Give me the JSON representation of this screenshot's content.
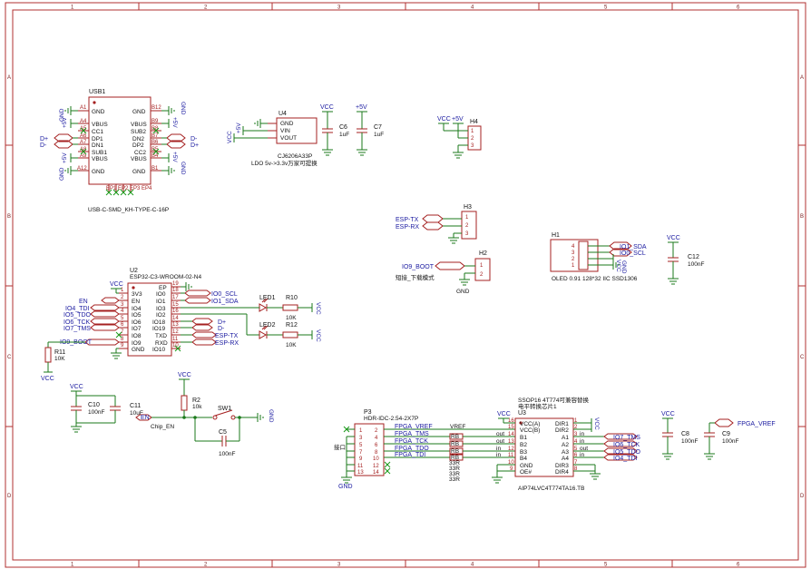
{
  "border": {
    "columns": [
      "1",
      "2",
      "3",
      "4",
      "5",
      "6"
    ],
    "rows": [
      "A",
      "B",
      "C",
      "D"
    ]
  },
  "usb1": {
    "ref": "USB1",
    "value": "USB-C-SMD_KH-TYPE-C-16P",
    "left_pins": [
      "GND",
      "VBUS",
      "CC1",
      "DP1",
      "DN1",
      "SUB1",
      "VBUS",
      "GND"
    ],
    "right_pins": [
      "GND",
      "VBUS",
      "SUB2",
      "DN2",
      "DP2",
      "CC2",
      "VBUS",
      "GND"
    ],
    "left_nums": [
      "A1",
      "A4",
      "A5",
      "A6",
      "A7",
      "A8",
      "A9",
      "A12"
    ],
    "right_nums": [
      "B12",
      "B9",
      "B8",
      "B7",
      "B6",
      "B5",
      "B4",
      "B1"
    ],
    "left_nets": [
      "GND",
      "+5V",
      "D+",
      "D-",
      "+5V",
      "GND"
    ],
    "right_nets": [
      "GND",
      "+5V",
      "D-",
      "D+",
      "+5V",
      "GND"
    ],
    "bottom_pins": [
      "EP1",
      "EP2",
      "EP3",
      "EP4"
    ]
  },
  "u4": {
    "ref": "U4",
    "value": "CJ6206A33P",
    "note": "LDO 5v->3.3v万家可提换",
    "pins": [
      "GND",
      "VIN",
      "VOUT"
    ],
    "nets": [
      "+5V",
      "VCC"
    ]
  },
  "c6": {
    "ref": "C6",
    "value": "1uF",
    "net": "VCC"
  },
  "c7": {
    "ref": "C7",
    "value": "1uF",
    "net": "+5V"
  },
  "h4": {
    "ref": "H4",
    "nets": [
      "VCC",
      "+5V"
    ],
    "pins": [
      "1",
      "2",
      "3"
    ]
  },
  "h3": {
    "ref": "H3",
    "nets": [
      "ESP-TX",
      "ESP-RX"
    ],
    "pins": [
      "1",
      "2",
      "3"
    ]
  },
  "h2": {
    "ref": "H2",
    "net": "IO9_BOOT",
    "note": "短接_下载模式",
    "gnd": "GND",
    "pins": [
      "1",
      "2"
    ]
  },
  "h1": {
    "ref": "H1",
    "value": "OLED 0.91 128*32 IIC SSD1306",
    "nets": [
      "IO1_SDA",
      "IO0_SCL",
      "VCC",
      "GND"
    ],
    "pins": [
      "4",
      "3",
      "2",
      "1"
    ]
  },
  "c12": {
    "ref": "C12",
    "value": "100nF",
    "net": "VCC"
  },
  "u2": {
    "ref": "U2",
    "value": "ESP32-C3-WROOM-02-N4",
    "left_pins": [
      "3V3",
      "EN",
      "IO4",
      "IO5",
      "IO6",
      "IO7",
      "IO8",
      "IO9",
      "GND"
    ],
    "right_pins": [
      "EP",
      "IO0",
      "IO1",
      "IO3",
      "IO2",
      "IO18",
      "IO19",
      "TXD",
      "RXD",
      "IO10"
    ],
    "left_nums": [
      "1",
      "2",
      "3",
      "4",
      "5",
      "6",
      "7",
      "8",
      "9"
    ],
    "right_nums": [
      "19",
      "18",
      "17",
      "15",
      "16",
      "14",
      "13",
      "12",
      "11",
      "10"
    ],
    "left_nets": [
      "VCC",
      "EN",
      "IO4_TDI",
      "IO5_TDO",
      "IO6_TCK",
      "IO7_TMS",
      "IO9_BOOT"
    ],
    "right_nets": [
      "IO0_SCL",
      "IO1_SDA",
      "D+",
      "D-",
      "ESP-TX",
      "ESP-RX"
    ]
  },
  "led1": {
    "ref": "LED1",
    "r": "R10",
    "rv": "10K",
    "net": "VCC"
  },
  "led2": {
    "ref": "LED2",
    "r": "R12",
    "rv": "10K",
    "net": "VCC"
  },
  "r11": {
    "ref": "R11",
    "value": "10K",
    "net": "VCC"
  },
  "c10": {
    "ref": "C10",
    "value": "100nF",
    "net": "VCC"
  },
  "c11": {
    "ref": "C11",
    "value": "10uF"
  },
  "r2": {
    "ref": "R2",
    "value": "10k",
    "net": "VCC"
  },
  "chip_en": {
    "label": "Chip_EN",
    "net": "EN"
  },
  "sw1": {
    "ref": "SW1",
    "gnd": "GND"
  },
  "c5": {
    "ref": "C5",
    "value": "100nF"
  },
  "p3": {
    "ref": "P3",
    "value": "HDR-IDC-2.54-2X7P",
    "left_nums": [
      "1",
      "3",
      "5",
      "7",
      "9",
      "11",
      "13"
    ],
    "right_nums": [
      "2",
      "4",
      "6",
      "8",
      "10",
      "12",
      "14"
    ],
    "nets": [
      "FPGA_VREF",
      "FPGA_TMS",
      "FPGA_TCK",
      "FPGA_TDO",
      "FPGA_TDI"
    ],
    "note": "接口",
    "gnd": "GND"
  },
  "rarr": {
    "labels": [
      "33R",
      "33R",
      "33R",
      "33R"
    ],
    "left_text": [
      "VREF",
      "RB",
      "RB",
      "RB",
      "RB"
    ]
  },
  "u3": {
    "ref": "U3",
    "title": "SSOP16 4T774可兼容替换",
    "subtitle": "电平转换芯片1",
    "value": "AIP74LVC4T774TA16.TB",
    "left_pins": [
      "VCC(A)",
      "VCC(B)",
      "B1",
      "B2",
      "B3",
      "B4",
      "GND",
      "OE#"
    ],
    "right_pins": [
      "DIR1",
      "DIR2",
      "A1",
      "A2",
      "A3",
      "A4",
      "DIR3",
      "DIR4"
    ],
    "left_nums": [
      "16",
      "15",
      "14",
      "13",
      "12",
      "11",
      "10",
      "9"
    ],
    "right_nums": [
      "1",
      "2",
      "3",
      "4",
      "5",
      "6",
      "7",
      "8"
    ],
    "left_dirs": [
      "out",
      "out",
      "in",
      "in"
    ],
    "right_dirs": [
      "in",
      "in",
      "out",
      "in"
    ],
    "vcc": "VCC",
    "nets": [
      "IO7_TMS",
      "IO6_TCK",
      "IO5_TDO",
      "IO4_TDI"
    ],
    "right_side_rot": "VCC"
  },
  "c8": {
    "ref": "C8",
    "value": "100nF",
    "net": "VCC"
  },
  "c9": {
    "ref": "C9",
    "value": "100nF",
    "net": "FPGA_VREF"
  }
}
